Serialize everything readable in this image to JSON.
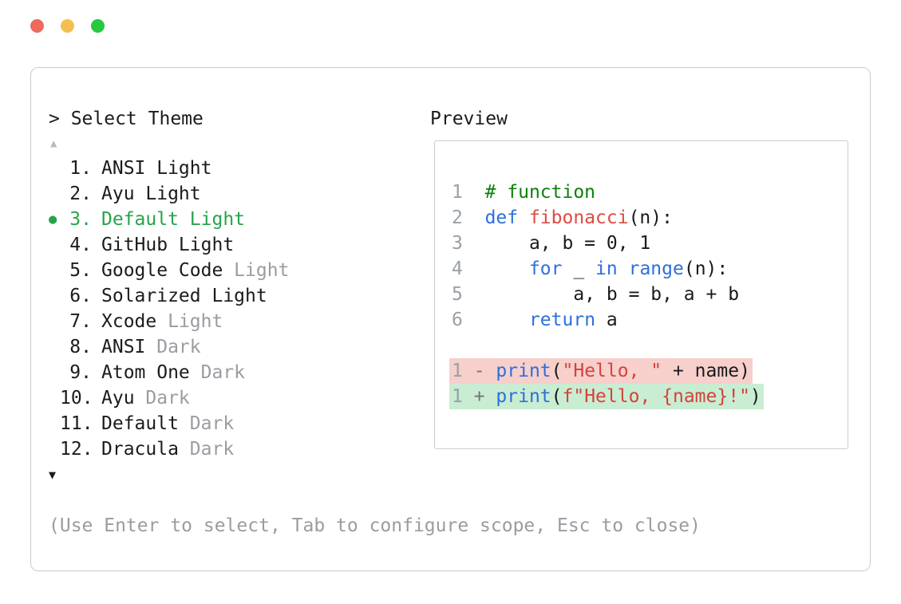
{
  "window": {
    "controls": [
      {
        "name": "close",
        "color": "#ec6a5e"
      },
      {
        "name": "minimize",
        "color": "#f4bf4f"
      },
      {
        "name": "zoom",
        "color": "#28c840"
      }
    ]
  },
  "dialog": {
    "prompt": "> Select Theme",
    "scroll_up": "▲",
    "scroll_down": "▼",
    "selected_marker": "●",
    "hint": "(Use Enter to select, Tab to configure scope, Esc to close)",
    "themes": [
      {
        "number": "1.",
        "name": "ANSI Light",
        "dim": "",
        "selected": false
      },
      {
        "number": "2.",
        "name": "Ayu Light",
        "dim": "",
        "selected": false
      },
      {
        "number": "3.",
        "name": "Default Light",
        "dim": "",
        "selected": true
      },
      {
        "number": "4.",
        "name": "GitHub Light",
        "dim": "",
        "selected": false
      },
      {
        "number": "5.",
        "name": "Google Code",
        "dim": "Light",
        "selected": false
      },
      {
        "number": "6.",
        "name": "Solarized Light",
        "dim": "",
        "selected": false
      },
      {
        "number": "7.",
        "name": "Xcode",
        "dim": "Light",
        "selected": false
      },
      {
        "number": "8.",
        "name": "ANSI",
        "dim": "Dark",
        "selected": false
      },
      {
        "number": "9.",
        "name": "Atom One",
        "dim": "Dark",
        "selected": false
      },
      {
        "number": "10.",
        "name": "Ayu",
        "dim": "Dark",
        "selected": false
      },
      {
        "number": "11.",
        "name": "Default",
        "dim": "Dark",
        "selected": false
      },
      {
        "number": "12.",
        "name": "Dracula",
        "dim": "Dark",
        "selected": false
      }
    ]
  },
  "preview": {
    "title": "Preview",
    "code_lines": [
      {
        "num": "1",
        "tokens": [
          [
            "# function",
            "comment"
          ]
        ]
      },
      {
        "num": "2",
        "tokens": [
          [
            "def ",
            "kw"
          ],
          [
            "fibonacci",
            "fn"
          ],
          [
            "(n):",
            "plain"
          ]
        ]
      },
      {
        "num": "3",
        "tokens": [
          [
            "    a, b = 0, 1",
            "plain"
          ]
        ]
      },
      {
        "num": "4",
        "tokens": [
          [
            "    ",
            "plain"
          ],
          [
            "for",
            "kw"
          ],
          [
            " _ ",
            "plain"
          ],
          [
            "in",
            "kw"
          ],
          [
            " ",
            "plain"
          ],
          [
            "range",
            "kw"
          ],
          [
            "(n):",
            "plain"
          ]
        ]
      },
      {
        "num": "5",
        "tokens": [
          [
            "        a, b = b, a + b",
            "plain"
          ]
        ]
      },
      {
        "num": "6",
        "tokens": [
          [
            "    ",
            "plain"
          ],
          [
            "return",
            "kw"
          ],
          [
            " a",
            "plain"
          ]
        ]
      },
      {
        "blank": true
      },
      {
        "num": "1",
        "sign": "-",
        "diff": "removed",
        "tokens": [
          [
            "print",
            "kw"
          ],
          [
            "(",
            "plain"
          ],
          [
            "\"Hello, \"",
            "str"
          ],
          [
            " + name)",
            "plain"
          ]
        ]
      },
      {
        "num": "1",
        "sign": "+",
        "diff": "added",
        "tokens": [
          [
            "print",
            "kw"
          ],
          [
            "(",
            "plain"
          ],
          [
            "f\"Hello, {name}!\"",
            "str"
          ],
          [
            ")",
            "plain"
          ]
        ]
      }
    ]
  },
  "colors": {
    "selected_green": "#27a34b",
    "dim_gray": "#9a9ca2",
    "comment": "#0d800d",
    "keyword": "#2d6fdc",
    "function_name": "#dd4b41",
    "string": "#d6423b",
    "removed_bg": "#f7cfcb",
    "added_bg": "#c9edd2",
    "traffic_red": "#ec6a5e",
    "traffic_yellow": "#f4bf4f",
    "traffic_green": "#28c840"
  }
}
